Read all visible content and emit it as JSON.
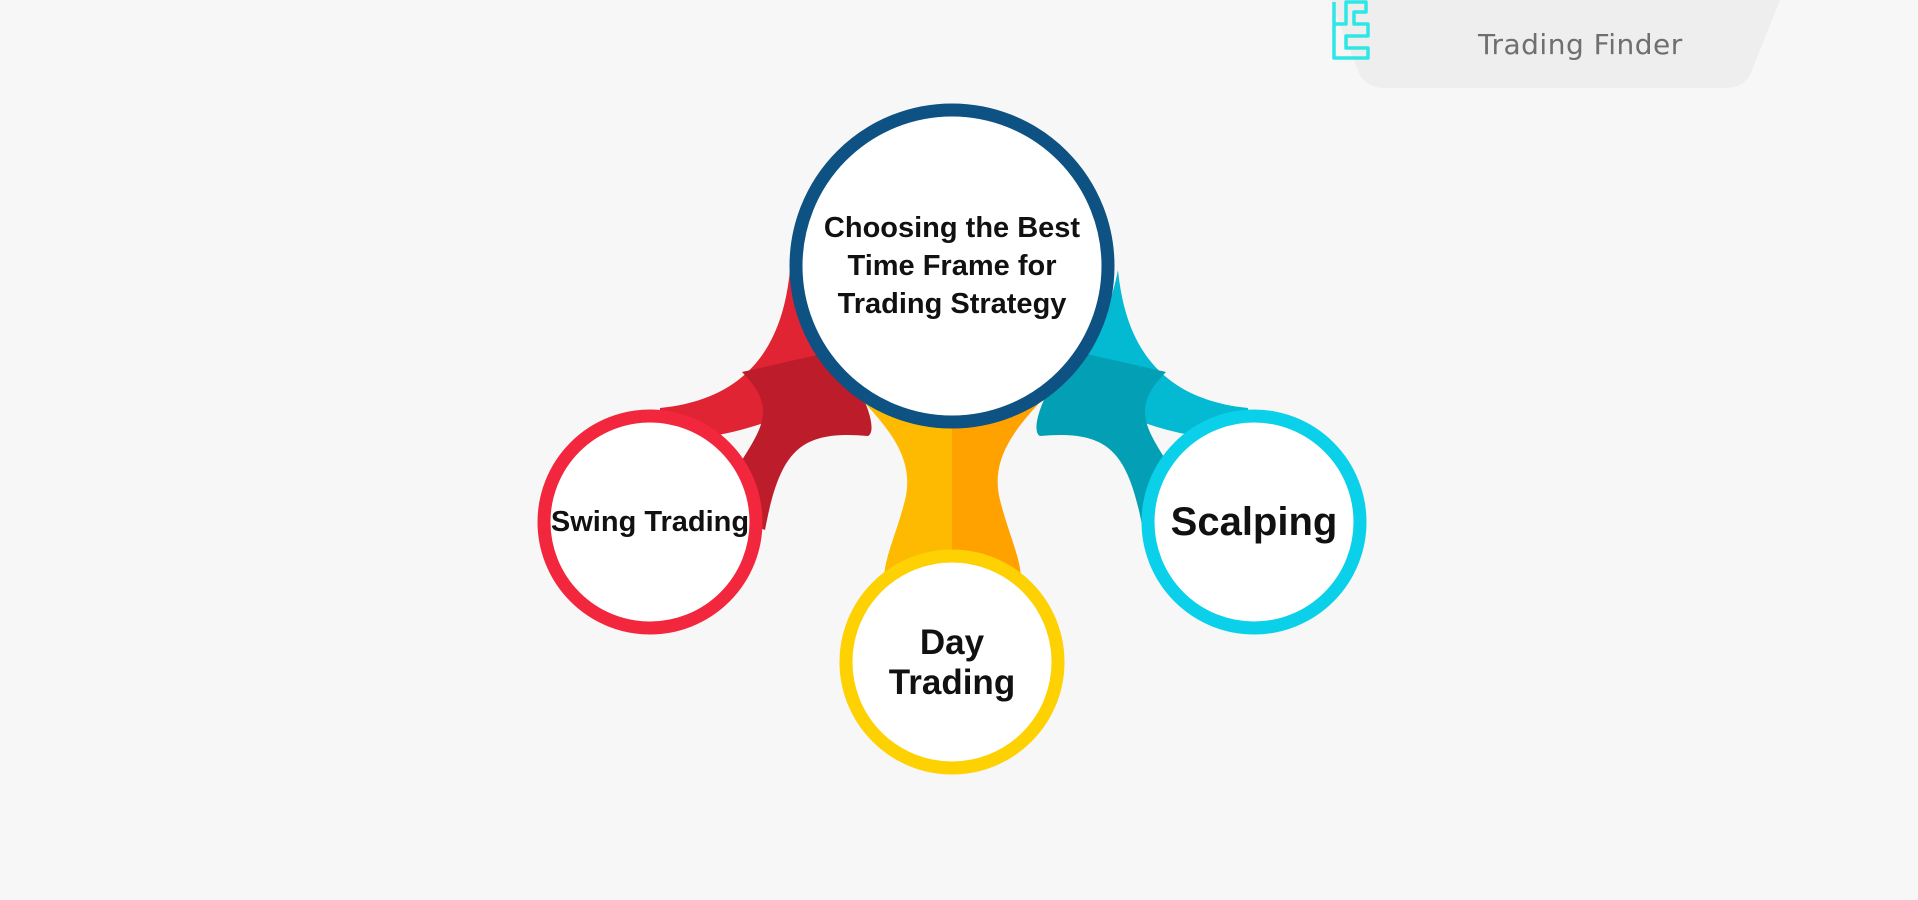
{
  "brand": {
    "name": "Trading Finder",
    "logo_icon": "tf-logo-icon",
    "accent": "#2ee6e6"
  },
  "diagram": {
    "center": {
      "label": "Choosing the Best\nTime Frame for\nTrading Strategy",
      "ring_color": "#0e5283"
    },
    "branches": [
      {
        "id": "swing",
        "label": "Swing Trading",
        "ring_color": "#f2273d",
        "connector_light": "#e02434",
        "connector_dark": "#bd1c2a"
      },
      {
        "id": "day",
        "label": "Day Trading",
        "ring_color": "#fdd102",
        "connector_light": "#fdba00",
        "connector_dark": "#ffa200"
      },
      {
        "id": "scalping",
        "label": "Scalping",
        "ring_color": "#0bd0ea",
        "connector_light": "#04b9d2",
        "connector_dark": "#039fb4"
      }
    ]
  }
}
